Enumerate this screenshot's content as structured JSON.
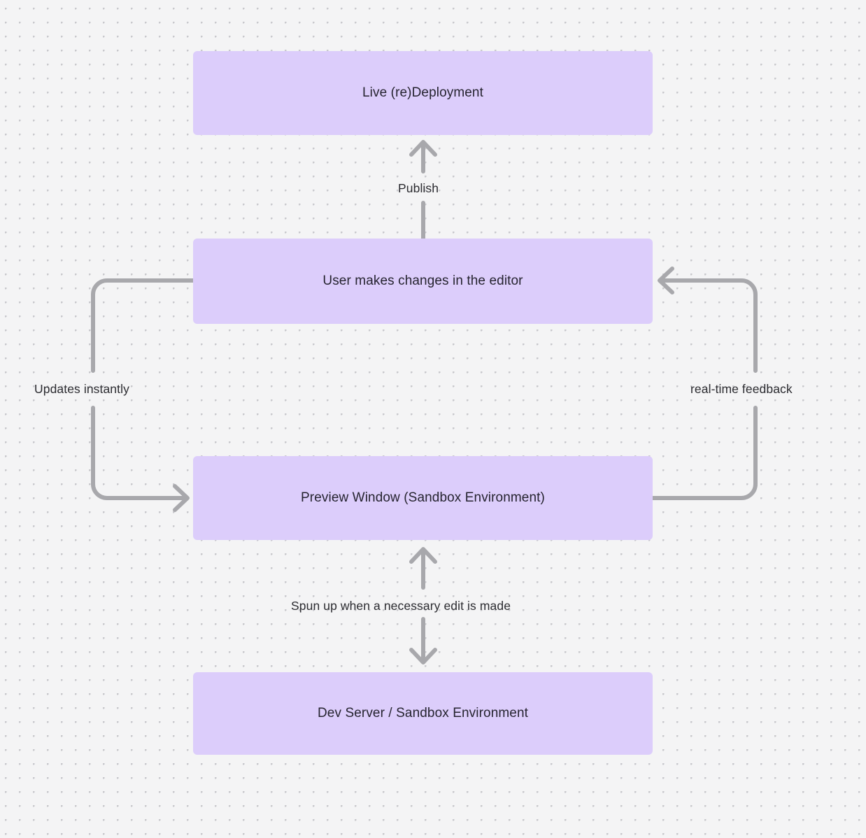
{
  "diagram": {
    "type": "flowchart",
    "background_color": "#f4f4f5",
    "node_color": "#dccdfb",
    "edge_color": "#a8a8ac",
    "text_color": "#262430",
    "nodes": [
      {
        "id": "live",
        "label": "Live (re)Deployment"
      },
      {
        "id": "editor",
        "label": "User makes changes in the editor"
      },
      {
        "id": "preview",
        "label": "Preview Window (Sandbox Environment)"
      },
      {
        "id": "devserver",
        "label": "Dev Server / Sandbox Environment"
      }
    ],
    "edges": [
      {
        "id": "publish",
        "from": "editor",
        "to": "live",
        "label": "Publish",
        "direction": "up"
      },
      {
        "id": "updates",
        "from": "editor",
        "to": "preview",
        "label": "Updates instantly",
        "direction": "left-loop-down"
      },
      {
        "id": "realtime",
        "from": "preview",
        "to": "editor",
        "label": "real-time feedback",
        "direction": "right-loop-up"
      },
      {
        "id": "spunup",
        "from": "preview",
        "to": "devserver",
        "label": "Spun up when a necessary edit is made",
        "direction": "bidirectional"
      }
    ]
  }
}
